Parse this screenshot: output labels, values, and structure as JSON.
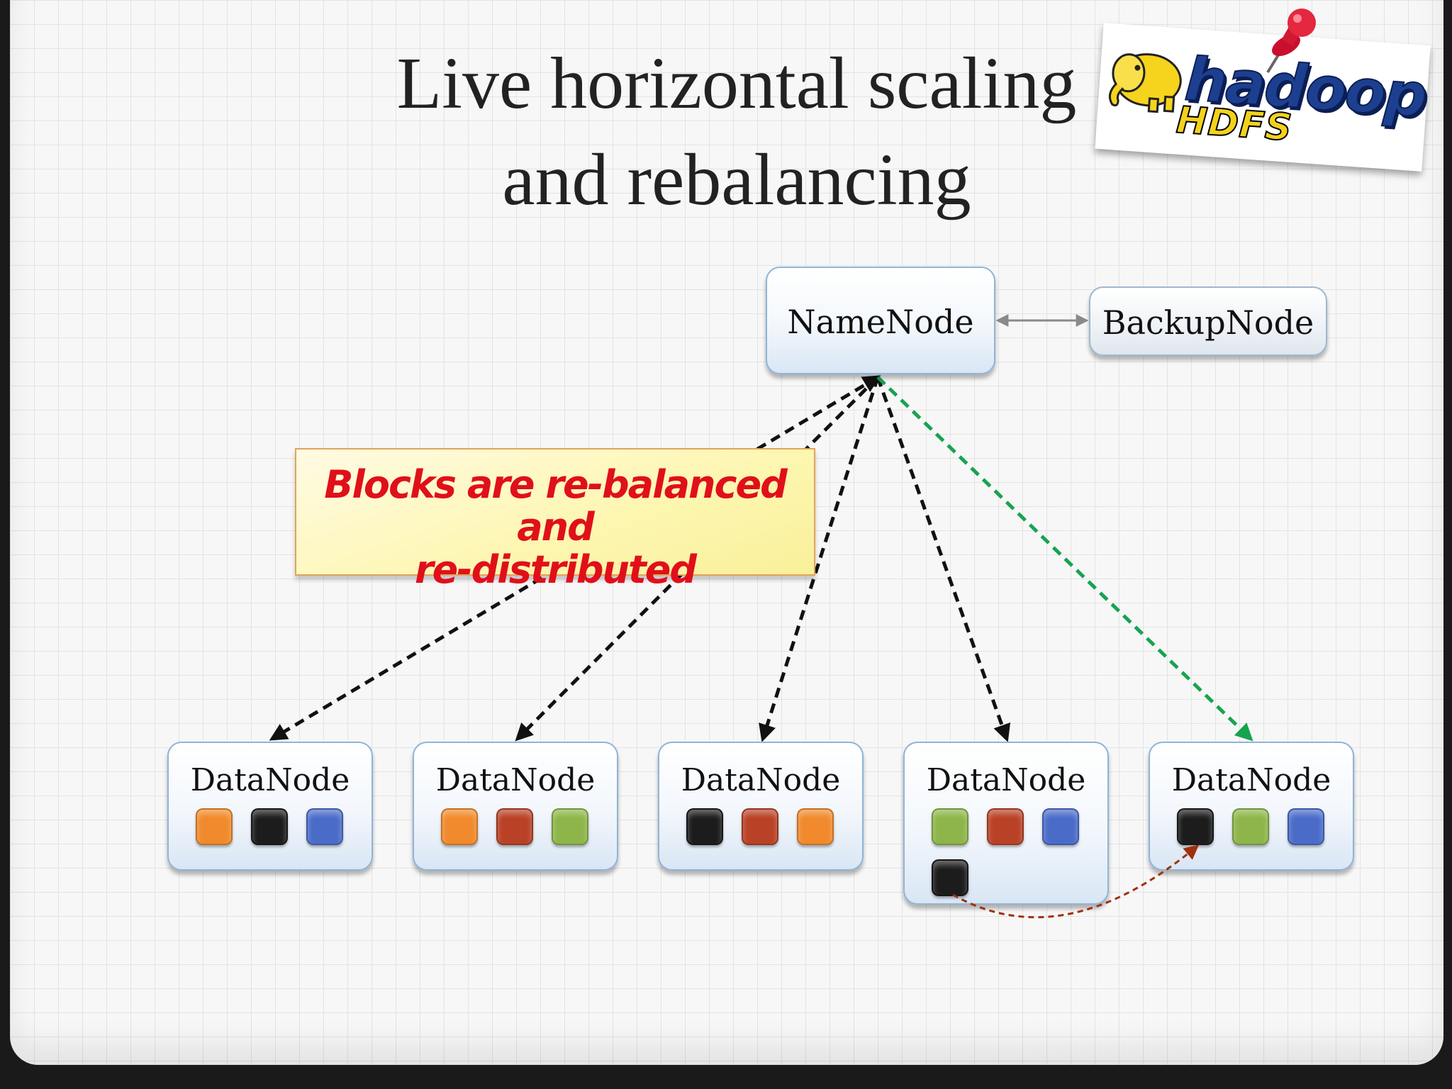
{
  "title": {
    "line1": "Live horizontal scaling",
    "line2": "and rebalancing"
  },
  "logo": {
    "name": "hadoop",
    "sub": "HDFS"
  },
  "namenode": {
    "label": "NameNode"
  },
  "backupnode": {
    "label": "BackupNode"
  },
  "callout": {
    "line1": "Blocks are re-balanced and",
    "line2": "re-distributed"
  },
  "colors": {
    "orange": "#f08a2c",
    "black": "#1c1c1c",
    "blue": "#4a6cc8",
    "red": "#b84126",
    "green": "#8db54a",
    "arrow_black": "#111111",
    "arrow_green": "#17a350",
    "arrow_move": "#a0300f",
    "arrow_gray": "#8a8a8a"
  },
  "datanodes": [
    {
      "label": "DataNode",
      "blocks": [
        "orange",
        "black",
        "blue"
      ]
    },
    {
      "label": "DataNode",
      "blocks": [
        "orange",
        "red",
        "green"
      ]
    },
    {
      "label": "DataNode",
      "blocks": [
        "black",
        "red",
        "orange"
      ]
    },
    {
      "label": "DataNode",
      "blocks": [
        "green",
        "red",
        "blue",
        "black"
      ]
    },
    {
      "label": "DataNode",
      "blocks": [
        "black",
        "green",
        "blue"
      ]
    }
  ]
}
